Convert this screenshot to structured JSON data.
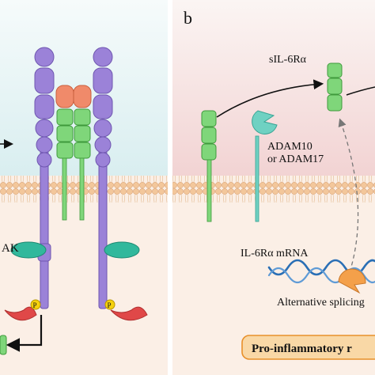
{
  "panel_b": {
    "label": "b",
    "sil6r_label": "sIL-6Rα",
    "adam_label_1": "ADAM10",
    "adam_label_2": "or ADAM17",
    "mrna_label": "IL-6Rα mRNA",
    "splicing_label": "Alternative splicing",
    "proinflammatory_label": "Pro-inflammatory r"
  },
  "panel_a": {
    "jak_label": "AK",
    "phospho_label": "P"
  },
  "colors": {
    "panel_a_bg_top": "#e8f3f4",
    "panel_b_bg": "#f7e6e6",
    "cytoplasm_bg": "#fbefe6",
    "membrane_head": "#f3c79b",
    "gp130": "#9b82d8",
    "il6_red": "#f08a6a",
    "receptor_green": "#7fd67a",
    "adam_teal": "#6fd1c2",
    "jak_teal": "#31b89c",
    "stat_red": "#e04848",
    "phospho_yellow": "#f5d10d",
    "helix_blue": "#2a6fb5",
    "splice_orange": "#f4a04a",
    "badge_fill": "#f9d8a6",
    "badge_border": "#e8902a"
  }
}
